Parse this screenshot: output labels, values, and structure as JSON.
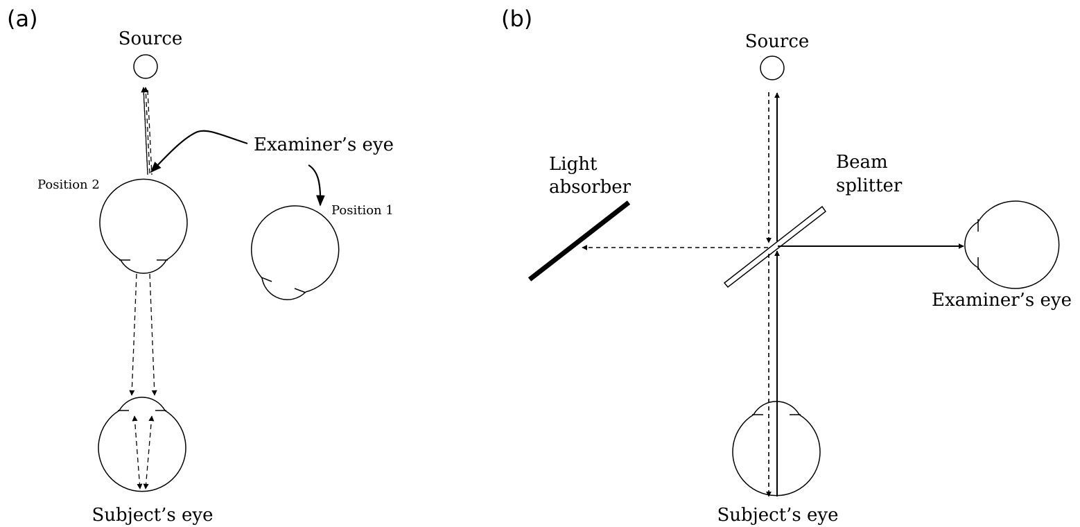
{
  "panel_a": {
    "panel_label": "(a)",
    "source_label": "Source",
    "examiner_label": "Examiner’s eye",
    "position2_label": "Position 2",
    "position1_label": "Position 1",
    "subject_label": "Subject’s eye"
  },
  "panel_b": {
    "panel_label": "(b)",
    "source_label": "Source",
    "absorber_label_line1": "Light",
    "absorber_label_line2": "absorber",
    "splitter_label_line1": "Beam",
    "splitter_label_line2": "splitter",
    "examiner_label": "Examiner’s eye",
    "subject_label": "Subject’s eye"
  },
  "colors": {
    "stroke": "#000000",
    "background": "#ffffff"
  }
}
